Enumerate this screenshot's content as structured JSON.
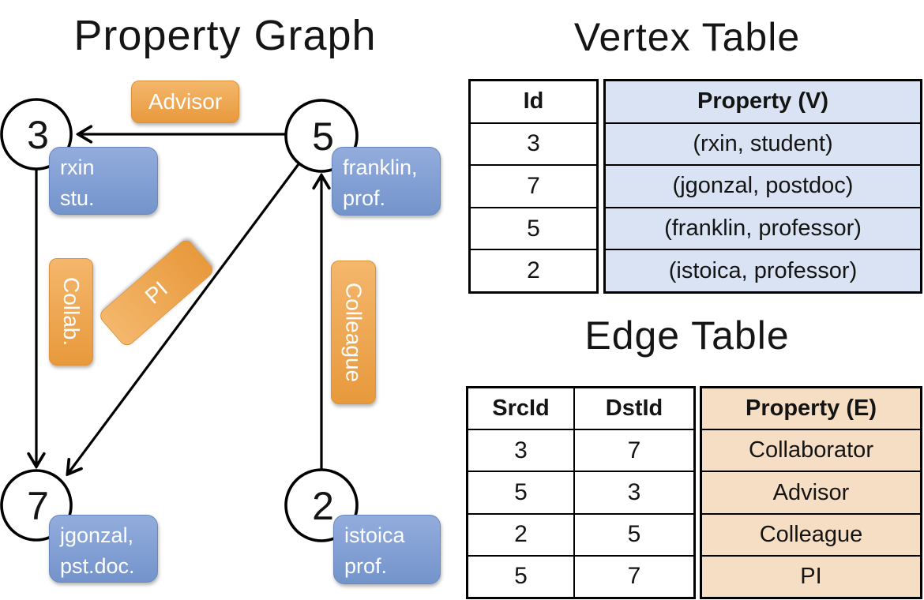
{
  "titles": {
    "graph": "Property Graph",
    "vertex": "Vertex Table",
    "edge": "Edge Table"
  },
  "graph": {
    "nodes": [
      {
        "id": "3",
        "line1": "rxin",
        "line2": "stu."
      },
      {
        "id": "5",
        "line1": "franklin,",
        "line2": "prof."
      },
      {
        "id": "7",
        "line1": "jgonzal,",
        "line2": "pst.doc."
      },
      {
        "id": "2",
        "line1": "istoica",
        "line2": "prof."
      }
    ],
    "edge_labels": {
      "advisor": "Advisor",
      "collab": "Collab.",
      "pi": "PI",
      "colleague": "Colleague"
    },
    "edges": [
      {
        "src": "5",
        "dst": "3",
        "label": "Advisor"
      },
      {
        "src": "3",
        "dst": "7",
        "label": "Collab."
      },
      {
        "src": "5",
        "dst": "7",
        "label": "PI"
      },
      {
        "src": "2",
        "dst": "5",
        "label": "Colleague"
      }
    ]
  },
  "vertex_table": {
    "columns": [
      "Id",
      "Property (V)"
    ],
    "rows": [
      [
        "3",
        "(rxin, student)"
      ],
      [
        "7",
        "(jgonzal, postdoc)"
      ],
      [
        "5",
        "(franklin, professor)"
      ],
      [
        "2",
        "(istoica, professor)"
      ]
    ]
  },
  "edge_table": {
    "columns": [
      "SrcId",
      "DstId",
      "Property (E)"
    ],
    "rows": [
      [
        "3",
        "7",
        "Collaborator"
      ],
      [
        "5",
        "3",
        "Advisor"
      ],
      [
        "2",
        "5",
        "Colleague"
      ],
      [
        "5",
        "7",
        "PI"
      ]
    ]
  },
  "colors": {
    "edge_label_orange": "#EFA64C",
    "node_property_blue": "#7E9CD1",
    "vertex_property_fill": "#DAE3F3",
    "edge_property_fill": "#F5DEC3",
    "line_black": "#000000",
    "background": "#FFFFFF"
  }
}
